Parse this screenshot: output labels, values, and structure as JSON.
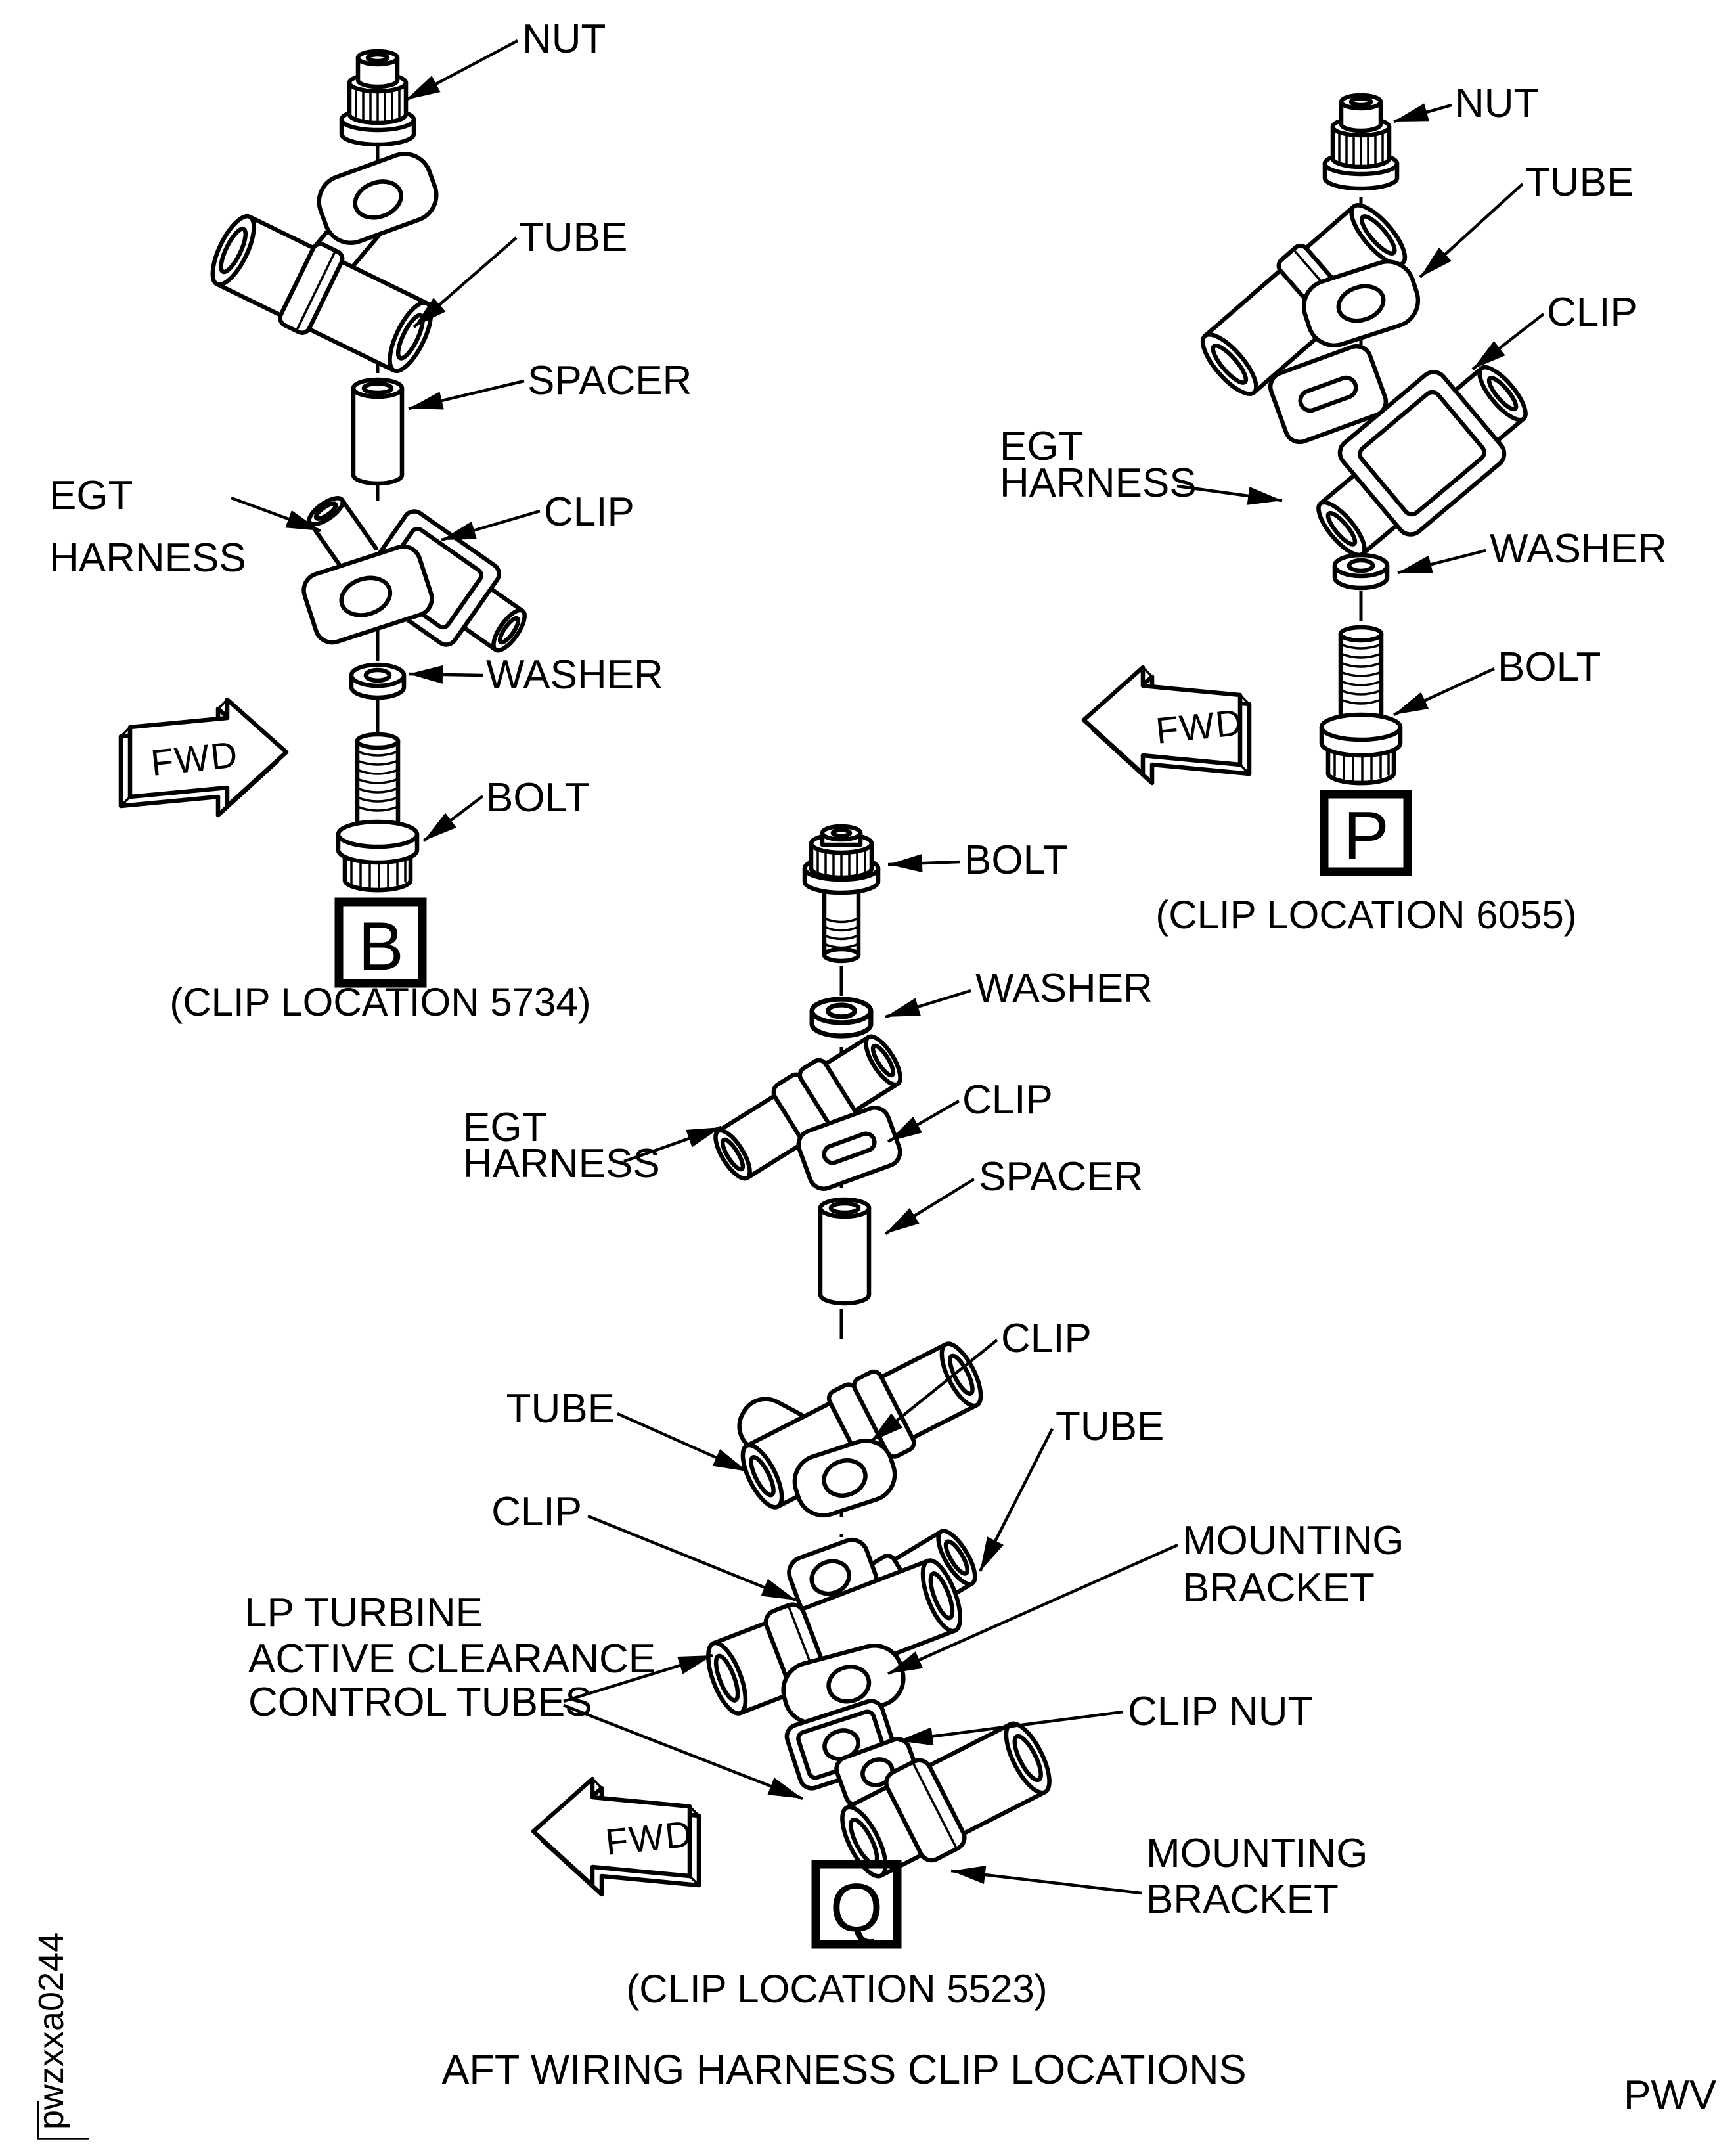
{
  "colors": {
    "ink": "#000000",
    "paper": "#ffffff"
  },
  "figure": {
    "title": "AFT WIRING HARNESS CLIP LOCATIONS",
    "doc_code": "pwzxxa0244",
    "page_code": "PWV"
  },
  "assembly_b": {
    "letter": "B",
    "caption": "(CLIP LOCATION 5734)",
    "fwd": "FWD",
    "labels": {
      "nut": "NUT",
      "tube": "TUBE",
      "spacer": "SPACER",
      "egt_1": "EGT",
      "egt_2": "HARNESS",
      "clip": "CLIP",
      "washer": "WASHER",
      "bolt": "BOLT"
    }
  },
  "assembly_p": {
    "letter": "P",
    "caption": "(CLIP LOCATION 6055)",
    "fwd": "FWD",
    "labels": {
      "nut": "NUT",
      "tube": "TUBE",
      "clip": "CLIP",
      "egt_1": "EGT",
      "egt_2": "HARNESS",
      "washer": "WASHER",
      "bolt": "BOLT"
    }
  },
  "assembly_q": {
    "letter": "Q",
    "caption": "(CLIP LOCATION 5523)",
    "fwd": "FWD",
    "labels": {
      "bolt": "BOLT",
      "washer": "WASHER",
      "clip_top": "CLIP",
      "egt_1": "EGT",
      "egt_2": "HARNESS",
      "spacer": "SPACER",
      "tube_left": "TUBE",
      "clip_right": "CLIP",
      "tube_right": "TUBE",
      "clip_left": "CLIP",
      "lp_1": "LP TURBINE",
      "lp_2": "ACTIVE CLEARANCE",
      "lp_3": "CONTROL TUBES",
      "mb1_1": "MOUNTING",
      "mb1_2": "BRACKET",
      "clip_nut": "CLIP NUT",
      "mb2_1": "MOUNTING",
      "mb2_2": "BRACKET"
    }
  }
}
